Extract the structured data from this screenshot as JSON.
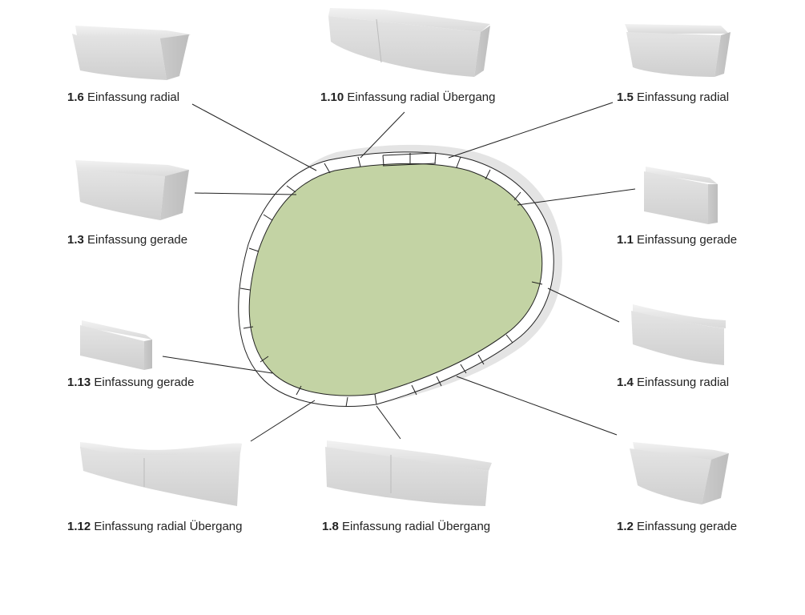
{
  "colors": {
    "bed_fill": "#c3d3a4",
    "curb_fill": "#ffffff",
    "shadow": "#e3e3e3",
    "stone": "#dcdcdc",
    "line": "#222222"
  },
  "items": [
    {
      "id": "1.6",
      "num": "1.6",
      "text": "Einfassung radial"
    },
    {
      "id": "1.10",
      "num": "1.10",
      "text": "Einfassung radial Übergang"
    },
    {
      "id": "1.5",
      "num": "1.5",
      "text": "Einfassung radial"
    },
    {
      "id": "1.3",
      "num": "1.3",
      "text": "Einfassung gerade"
    },
    {
      "id": "1.1",
      "num": "1.1",
      "text": "Einfassung gerade"
    },
    {
      "id": "1.13",
      "num": "1.13",
      "text": "Einfassung gerade"
    },
    {
      "id": "1.4",
      "num": "1.4",
      "text": "Einfassung radial"
    },
    {
      "id": "1.12",
      "num": "1.12",
      "text": "Einfassung radial Übergang"
    },
    {
      "id": "1.8",
      "num": "1.8",
      "text": "Einfassung radial Übergang"
    },
    {
      "id": "1.2",
      "num": "1.2",
      "text": "Einfassung gerade"
    }
  ]
}
